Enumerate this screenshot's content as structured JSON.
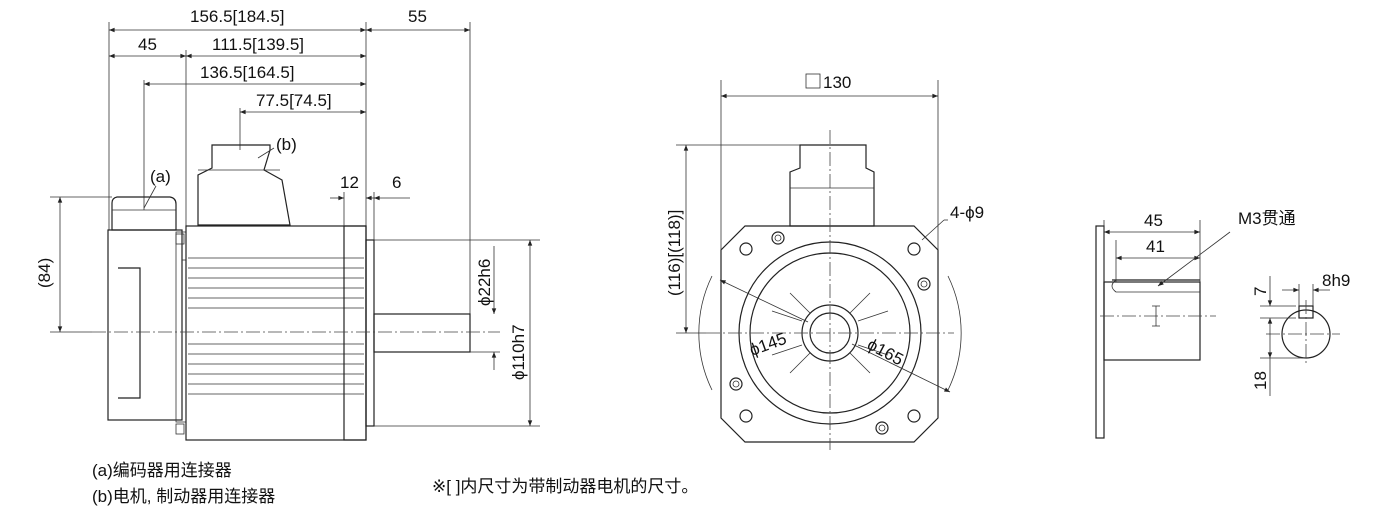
{
  "dimensions": {
    "overall_length": "156.5[184.5]",
    "shaft_extension": "55",
    "encoder_offset": "45",
    "body_length": "111.5[139.5]",
    "connector_a_to_flange": "136.5[164.5]",
    "connector_b_to_flange": "77.5[74.5]",
    "flange_thickness": "12",
    "spigot_depth": "6",
    "encoder_height": "(84)",
    "shaft_diameter": "ϕ22h6",
    "spigot_diameter": "ϕ110h7",
    "flange_square": "130",
    "connector_height": "(116)[(118)]",
    "mounting_holes": "4-ϕ9",
    "pitch_circle_145": "ϕ145",
    "pitch_circle_165": "ϕ165",
    "key_length": "45",
    "keyway_length": "41",
    "thread": "M3贯通",
    "key_depth": "7",
    "key_width": "8h9",
    "key_height": "18"
  },
  "labels": {
    "a": "(a)",
    "b": "(b)"
  },
  "notes": {
    "line_a": "(a)编码器用连接器",
    "line_b": "(b)电机, 制动器用连接器",
    "brake_note": "※[ ]内尺寸为带制动器电机的尺寸。"
  }
}
